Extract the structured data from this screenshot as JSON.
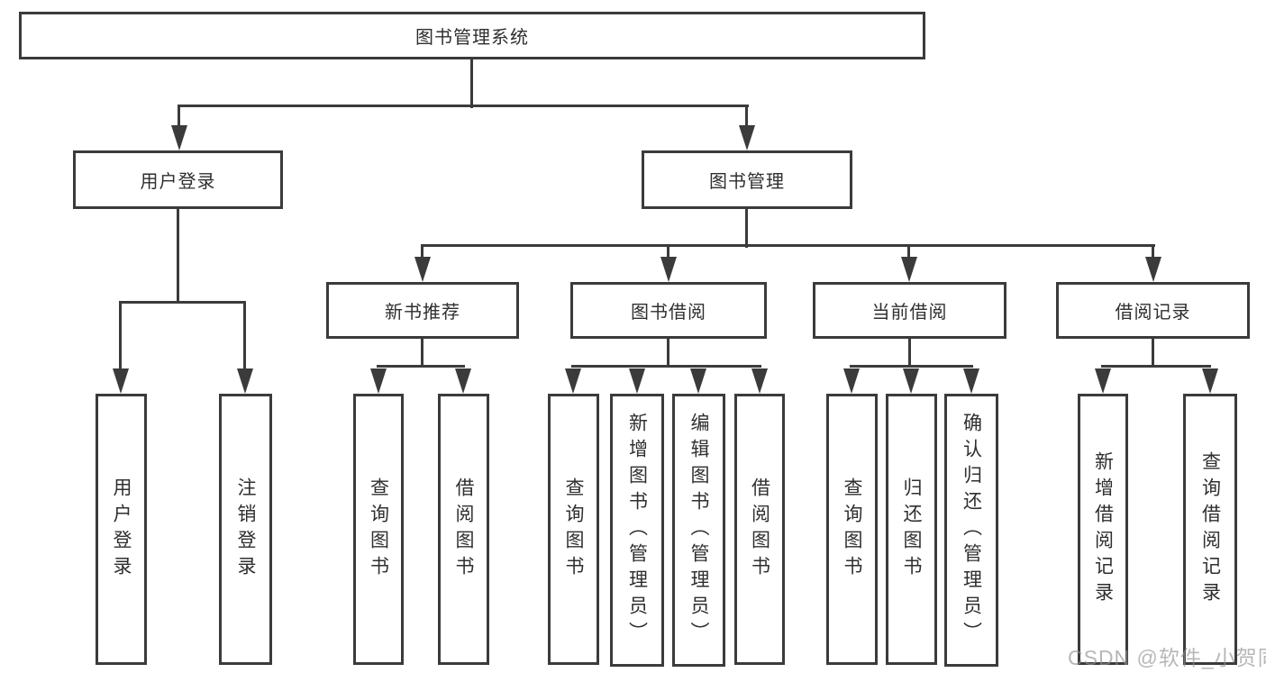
{
  "diagram_type": "tree",
  "nodes": {
    "root": {
      "label": "图书管理系统"
    },
    "user_login": {
      "label": "用户登录"
    },
    "book_mgmt": {
      "label": "图书管理"
    },
    "new_book_rec": {
      "label": "新书推荐"
    },
    "book_borrow": {
      "label": "图书借阅"
    },
    "current_borrow": {
      "label": "当前借阅"
    },
    "borrow_records": {
      "label": "借阅记录"
    },
    "leaf_user_login": {
      "label": "用户登录"
    },
    "leaf_logout": {
      "label": "注销登录"
    },
    "leaf_query_book_1": {
      "label": "查询图书"
    },
    "leaf_borrow_book_1": {
      "label": "借阅图书"
    },
    "leaf_query_book_2": {
      "label": "查询图书"
    },
    "leaf_add_book": {
      "label": "新增图书（管理员）"
    },
    "leaf_edit_book": {
      "label": "编辑图书（管理员）"
    },
    "leaf_borrow_book_2": {
      "label": "借阅图书"
    },
    "leaf_query_book_3": {
      "label": "查询图书"
    },
    "leaf_return_book": {
      "label": "归还图书"
    },
    "leaf_confirm_return": {
      "label": "确认归还（管理员）"
    },
    "leaf_add_borrow_record": {
      "label": "新增借阅记录"
    },
    "leaf_query_borrow_record": {
      "label": "查询借阅记录"
    }
  },
  "hierarchy": {
    "root": [
      "user_login",
      "book_mgmt"
    ],
    "user_login": [
      "leaf_user_login",
      "leaf_logout"
    ],
    "book_mgmt": [
      "new_book_rec",
      "book_borrow",
      "current_borrow",
      "borrow_records"
    ],
    "new_book_rec": [
      "leaf_query_book_1",
      "leaf_borrow_book_1"
    ],
    "book_borrow": [
      "leaf_query_book_2",
      "leaf_add_book",
      "leaf_edit_book",
      "leaf_borrow_book_2"
    ],
    "current_borrow": [
      "leaf_query_book_3",
      "leaf_return_book",
      "leaf_confirm_return"
    ],
    "borrow_records": [
      "leaf_add_borrow_record",
      "leaf_query_borrow_record"
    ]
  },
  "watermark": {
    "text": "CSDN @软件_小贺同学"
  },
  "colors": {
    "line": "#3b3b3b",
    "box_border": "#3b3b3b",
    "text": "#2f2f2f",
    "watermark": "#919191",
    "background": "#ffffff"
  }
}
